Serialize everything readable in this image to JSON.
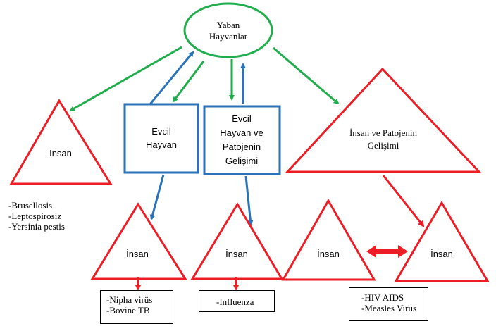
{
  "nodes": {
    "wild": {
      "line1": "Yaban",
      "line2": "Hayvanlar"
    },
    "domestic": {
      "line1": "Evcil",
      "line2": "Hayvan"
    },
    "domestic_dev": {
      "line1": "Evcil",
      "line2": "Hayvan ve",
      "line3": "Patojenin",
      "line4": "Gelişimi"
    },
    "human_dev": {
      "line1": "İnsan ve Patojenin",
      "line2": "Gelişimi"
    },
    "human_left": "İnsan",
    "human_mid1": "İnsan",
    "human_mid2": "İnsan",
    "human_r1": "İnsan",
    "human_r2": "İnsan"
  },
  "lists": {
    "left": [
      "-Brusellosis",
      "-Leptospirosiz",
      "-Yersinia pestis"
    ],
    "domestic_box": [
      "-Nipha virüs",
      "-Bovine TB"
    ],
    "dev_box": [
      "-Influenza"
    ],
    "human_box": [
      "-HIV AIDS",
      "-Measles Virus"
    ]
  },
  "colors": {
    "green": "#1fae4b",
    "blue": "#2a72b9",
    "red": "#ee1c24",
    "black": "#000000"
  }
}
